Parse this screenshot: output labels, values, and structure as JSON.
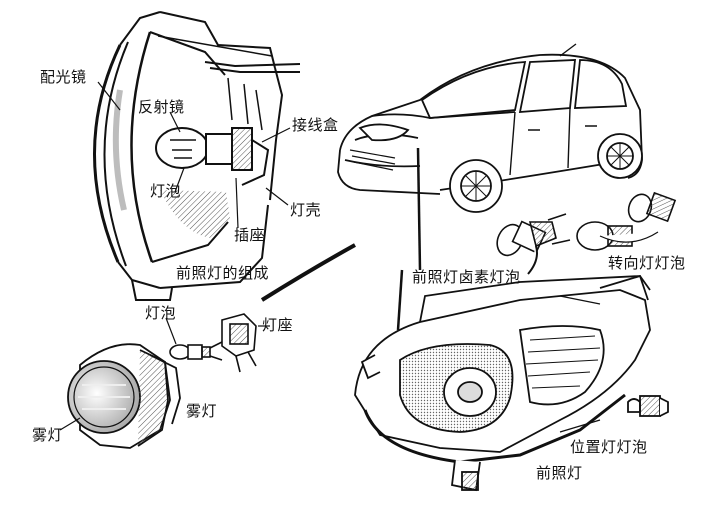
{
  "labels": {
    "lens": "配光镜",
    "reflector": "反射镜",
    "junction_box": "接线盒",
    "bulb": "灯泡",
    "housing": "灯壳",
    "socket": "插座",
    "headlamp_components": "前照灯的组成",
    "headlamp_halogen_bulb": "前照灯卤素灯泡",
    "turn_signal_bulb": "转向灯灯泡",
    "fog_bulb": "灯泡",
    "lamp_holder": "灯座",
    "fog_lamp_caption": "雾灯",
    "fog_lamp": "雾灯",
    "position_lamp_bulb": "位置灯灯泡",
    "headlamp": "前照灯"
  },
  "colors": {
    "ink": "#111111",
    "paper": "#ffffff",
    "shade": "#bdbdbd"
  }
}
